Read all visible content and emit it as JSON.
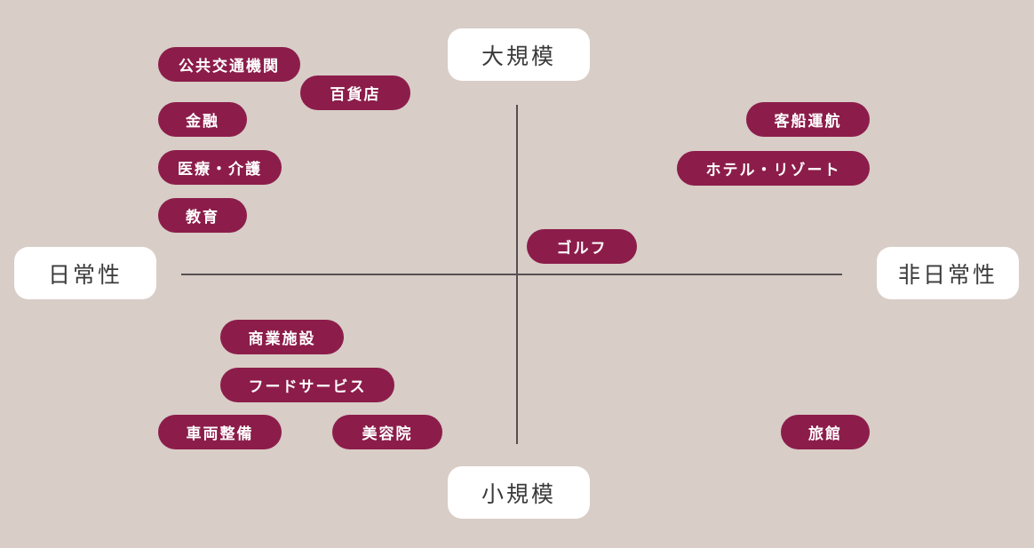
{
  "axes": {
    "top": "大規模",
    "bottom": "小規模",
    "left": "日常性",
    "right": "非日常性"
  },
  "items": [
    {
      "label": "公共交通機関"
    },
    {
      "label": "百貨店"
    },
    {
      "label": "金融"
    },
    {
      "label": "医療・介護"
    },
    {
      "label": "教育"
    },
    {
      "label": "客船運航"
    },
    {
      "label": "ホテル・リゾート"
    },
    {
      "label": "ゴルフ"
    },
    {
      "label": "商業施設"
    },
    {
      "label": "フードサービス"
    },
    {
      "label": "車両整備"
    },
    {
      "label": "美容院"
    },
    {
      "label": "旅館"
    }
  ],
  "colors": {
    "background": "#d8cdc7",
    "pill": "#8c1d4a",
    "pill_text": "#ffffff",
    "axis_label_bg": "#ffffff",
    "axis_line": "#555052"
  }
}
